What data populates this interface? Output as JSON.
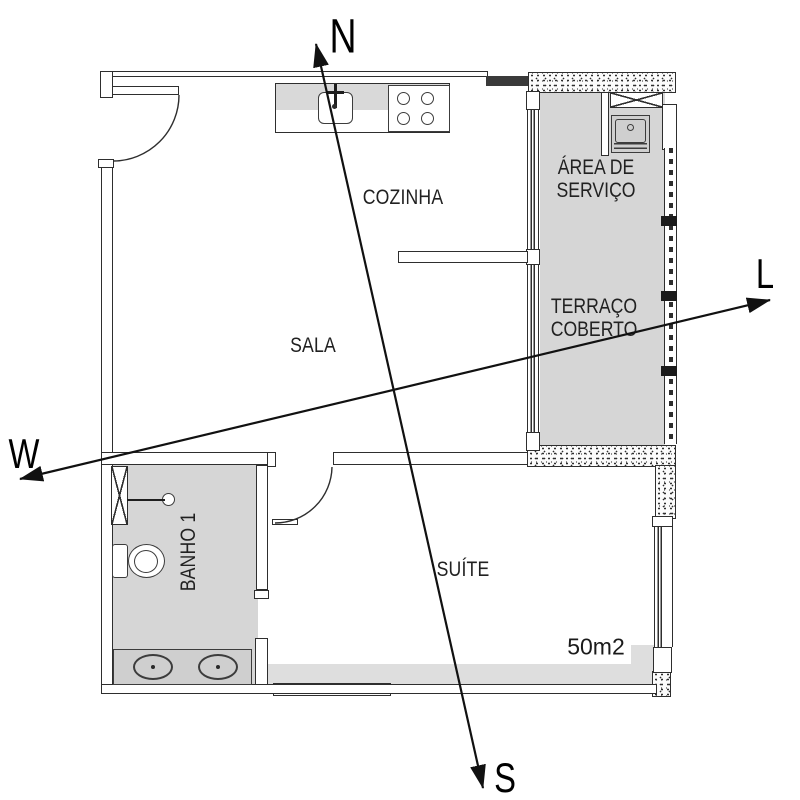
{
  "compass": {
    "n": "N",
    "s": "S",
    "w": "W",
    "e": "L"
  },
  "rooms": {
    "kitchen": {
      "label": "COZINHA"
    },
    "living_room": {
      "label": "SALA"
    },
    "service_area": {
      "line1": "ÁREA DE",
      "line2": "SERVIÇO"
    },
    "covered_terrace": {
      "line1": "TERRAÇO",
      "line2": "COBERTO"
    },
    "bathroom": {
      "label": "BANHO 1"
    },
    "suite": {
      "label": "SUÍTE",
      "area": "50m2"
    }
  },
  "colors": {
    "floor_gray": "#d6d6d6",
    "strip_gray": "#dedede",
    "wall_line": "#2e2e2e",
    "arrow_black": "#111111"
  }
}
